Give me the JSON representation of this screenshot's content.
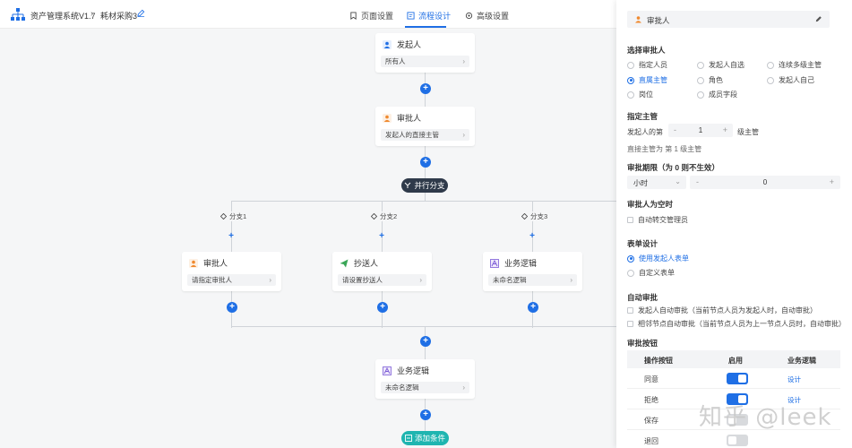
{
  "app": {
    "title": "资产管理系统V1.7",
    "breadcrumb_sep": "›",
    "form_name": "耗材采购3"
  },
  "tabs": [
    {
      "label": "页面设置"
    },
    {
      "label": "流程设计"
    },
    {
      "label": "高级设置"
    }
  ],
  "flow": {
    "initiator": {
      "title": "发起人",
      "body": "所有人"
    },
    "approver": {
      "title": "审批人",
      "body": "发起人的直接主管"
    },
    "parallel": {
      "label": "并行分支"
    },
    "branches": [
      {
        "label": "分支1",
        "title": "审批人",
        "body": "请指定审批人"
      },
      {
        "label": "分支2",
        "title": "抄送人",
        "body": "请设置抄送人"
      },
      {
        "label": "分支3",
        "title": "业务逻辑",
        "body": "未命名逻辑"
      }
    ],
    "logic": {
      "title": "业务逻辑",
      "body": "未命名逻辑"
    },
    "add_condition": {
      "label": "添加条件"
    },
    "chevron": "›",
    "plus": "+"
  },
  "panel": {
    "header_title": "审批人",
    "select_approver": {
      "title": "选择审批人",
      "options": [
        "指定人员",
        "发起人自选",
        "连续多级主管",
        "直属主管",
        "角色",
        "发起人自己",
        "岗位",
        "成员字段"
      ],
      "selected": "直属主管"
    },
    "supervisor": {
      "title": "指定主管",
      "prefix": "发起人的第",
      "level": "1",
      "suffix": "级主管",
      "minus": "-",
      "plus": "+",
      "hint": "直接主管为 第 1 级主管"
    },
    "deadline": {
      "title": "审批期限（为 0 则不生效）",
      "unit": "小时",
      "value": "0",
      "minus": "-",
      "plus": "+",
      "chevron": "⌄"
    },
    "empty_approver": {
      "title": "审批人为空时",
      "option": "自动转交管理员"
    },
    "form_design": {
      "title": "表单设计",
      "options": [
        "使用发起人表单",
        "自定义表单"
      ],
      "selected": "使用发起人表单"
    },
    "auto_approve": {
      "title": "自动审批",
      "options": [
        "发起人自动审批（当前节点人员为发起人时，自动审批）",
        "相邻节点自动审批（当前节点人员为上一节点人员时，自动审批）"
      ]
    },
    "buttons": {
      "title": "审批按钮",
      "headers": {
        "op": "操作按钮",
        "enabled": "启用",
        "logic": "业务逻辑"
      },
      "rows": [
        {
          "op": "同意",
          "enabled": true,
          "link": "设计"
        },
        {
          "op": "拒绝",
          "enabled": true,
          "link": "设计"
        },
        {
          "op": "保存",
          "enabled": false,
          "link": ""
        },
        {
          "op": "退回",
          "enabled": false,
          "link": ""
        }
      ]
    }
  },
  "watermark": "知乎 @leek",
  "colors": {
    "accent": "#1f6fe5",
    "teal": "#1fb5b0",
    "dark_pill": "#2f3a4a",
    "canvas_bg": "#f5f6f7"
  }
}
